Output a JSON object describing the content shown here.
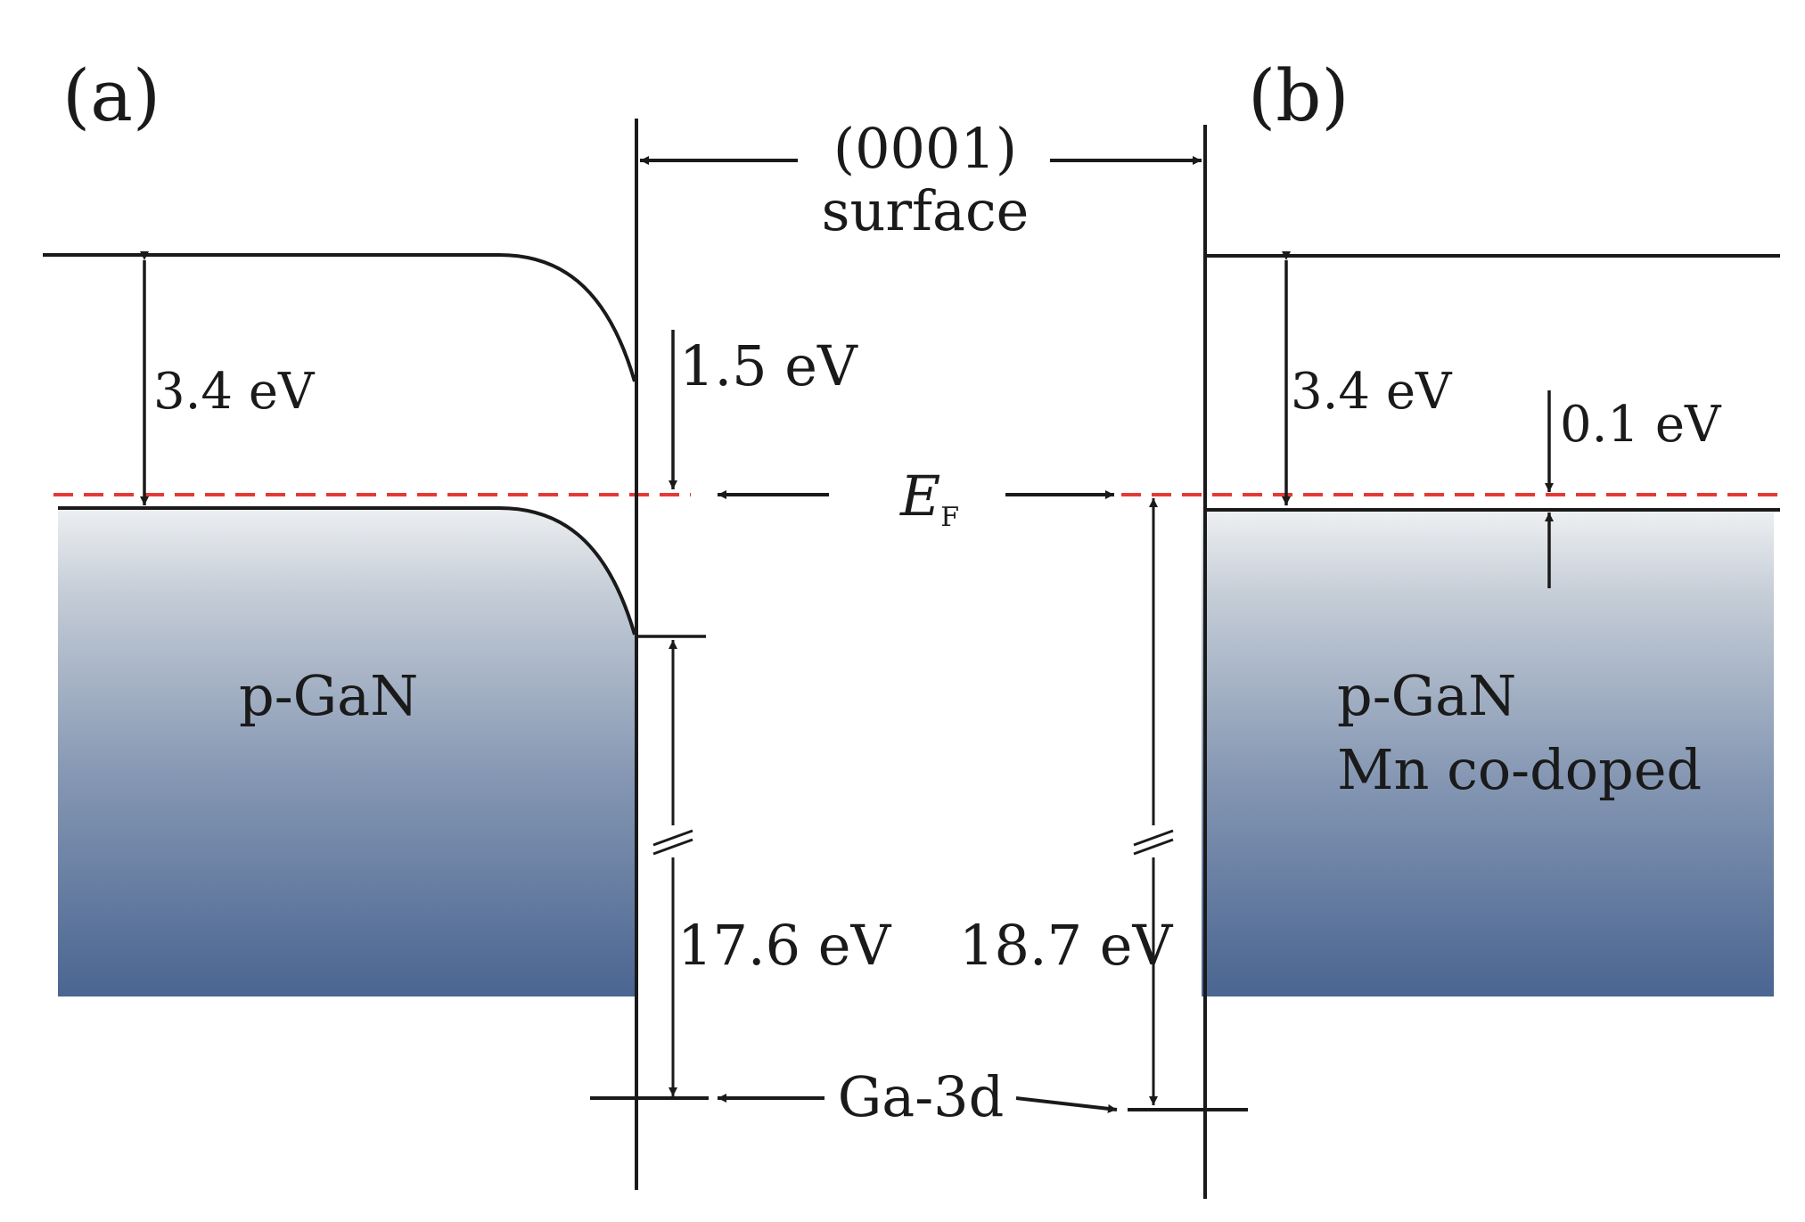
{
  "panel_a": {
    "label": "(a)",
    "material": "p-GaN",
    "gap": "3.4 eV",
    "band_bending": "1.5 eV",
    "core_level_offset": "17.6 eV"
  },
  "panel_b": {
    "label": "(b)",
    "material_line1": "p-GaN",
    "material_line2": "Mn co-doped",
    "gap": "3.4 eV",
    "fermi_offset": "0.1 eV",
    "core_level_offset": "18.7 eV"
  },
  "surface": {
    "line1": "(0001)",
    "line2": "surface"
  },
  "fermi": {
    "symbol": "E",
    "subscript": "F"
  },
  "core_level": "Ga-3d",
  "colors": {
    "fermi_line": "#e53935",
    "band_fill_top": "#eef0f2",
    "band_fill_bottom": "#4a6591",
    "ink": "#1a1a1a"
  }
}
